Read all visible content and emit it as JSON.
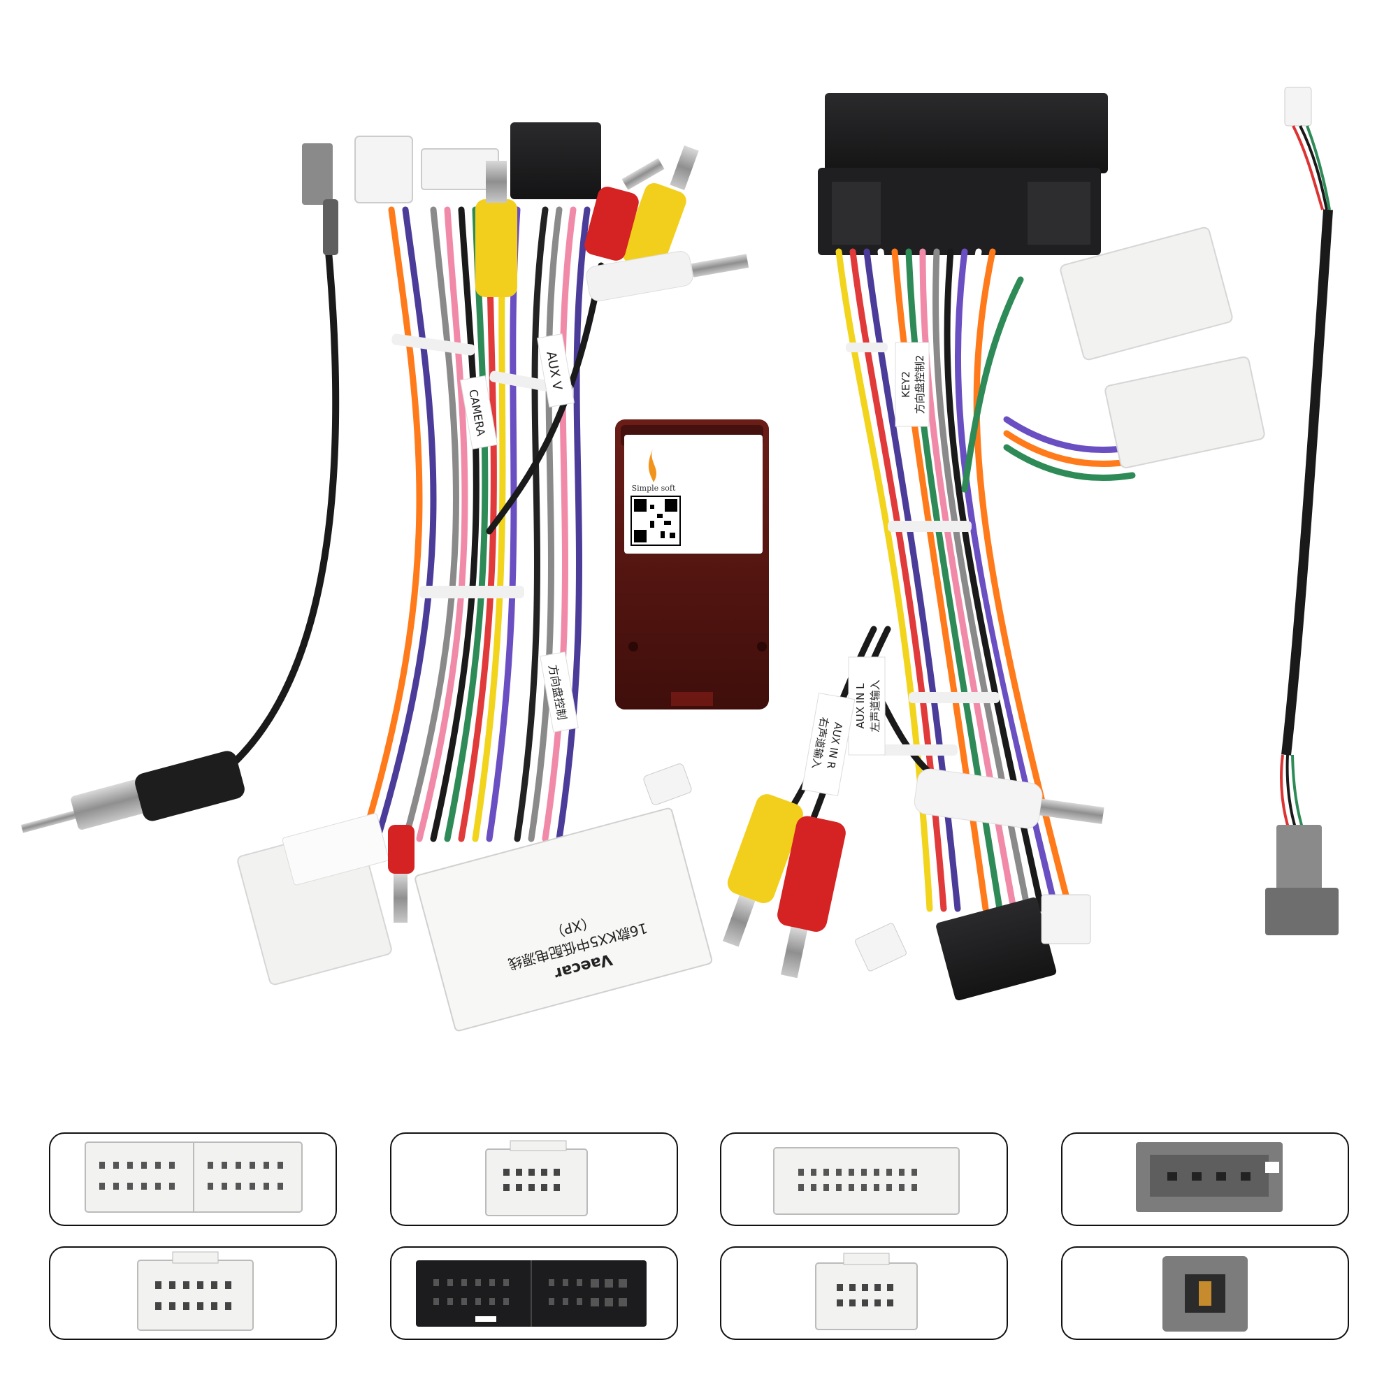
{
  "module": {
    "brand": "Simple soft"
  },
  "labels": {
    "aux_v": "AUX V",
    "camera": "CAMERA",
    "key2": "KEY2",
    "key2_cn": "方向盘控制2",
    "aux_in_l": "AUX IN L",
    "aux_in_l_cn": "左声道输入",
    "aux_in_r": "AUX IN R",
    "aux_in_r_cn": "右声道输入",
    "steering_cn": "方向盘控制",
    "box_line1": "Vaecar",
    "box_line2": "16款KX5中低配电源线",
    "box_line3": "（XP）"
  },
  "connector_icons": [
    {
      "color": "white",
      "name": "large-dual-white-connector"
    },
    {
      "color": "white",
      "name": "small-white-connector"
    },
    {
      "color": "white",
      "name": "wide-white-connector"
    },
    {
      "color": "gray",
      "name": "gray-antenna-connector"
    },
    {
      "color": "white",
      "name": "white-square-connector"
    },
    {
      "color": "black",
      "name": "large-black-connector"
    },
    {
      "color": "white",
      "name": "white-mini-connector"
    },
    {
      "color": "gray",
      "name": "gray-square-socket"
    }
  ],
  "colors": {
    "module_body": "#5a1712",
    "connector_white": "#f2f2f0",
    "connector_black": "#1c1c1e",
    "connector_gray": "#7c7c7c"
  }
}
